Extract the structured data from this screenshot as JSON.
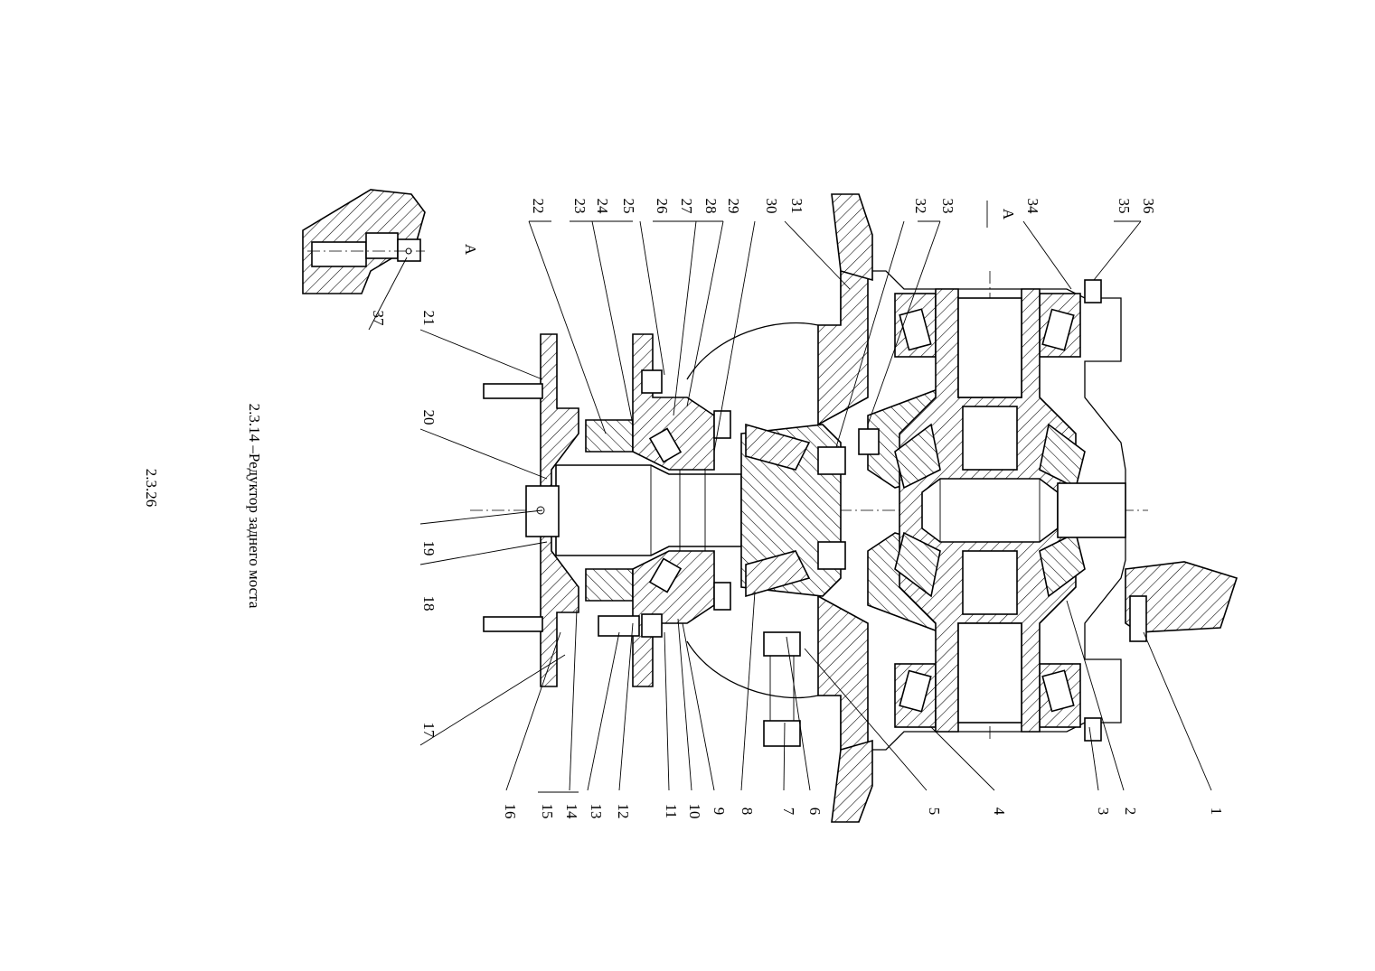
{
  "sheet": {
    "page_number": "2.3.26",
    "figure_caption": "2.3.14 –Редуктор заднего моста",
    "section_label": "А",
    "section_label_view": "А"
  },
  "callouts": {
    "bottom": [
      "1",
      "2",
      "3",
      "4",
      "5",
      "6",
      "7",
      "8",
      "9",
      "10",
      "11",
      "12",
      "13",
      "14",
      "15",
      "16",
      "17"
    ],
    "left": [
      "18",
      "19",
      "20",
      "21"
    ],
    "top": [
      "22",
      "23",
      "24",
      "25",
      "26",
      "27",
      "28",
      "29",
      "30",
      "31",
      "32",
      "33",
      "34",
      "35",
      "36"
    ],
    "inset": "37"
  }
}
